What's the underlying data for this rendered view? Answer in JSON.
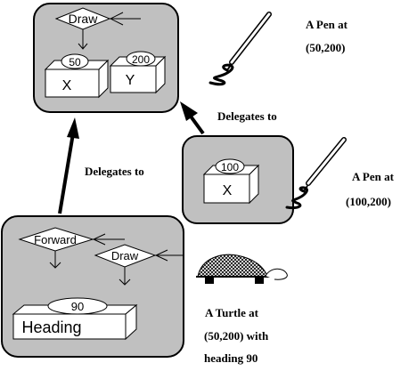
{
  "top_object": {
    "method": "Draw",
    "slot_x": {
      "name": "X",
      "value": "50"
    },
    "slot_y": {
      "name": "Y",
      "value": "200"
    }
  },
  "middle_object": {
    "slot_x": {
      "name": "X",
      "value": "100"
    }
  },
  "bottom_object": {
    "method_forward": "Forward",
    "method_draw": "Draw",
    "slot_heading": {
      "name": "Heading",
      "value": "90"
    }
  },
  "captions": {
    "pen_top_line1": "A Pen at",
    "pen_top_line2": "(50,200)",
    "pen_mid_line1": "A Pen at",
    "pen_mid_line2": "(100,200)",
    "turtle_line1": "A Turtle at",
    "turtle_line2": "(50,200) with",
    "turtle_line3": "heading 90"
  },
  "arrows": {
    "delegates_upper": "Delegates to",
    "delegates_left": "Delegates to"
  }
}
